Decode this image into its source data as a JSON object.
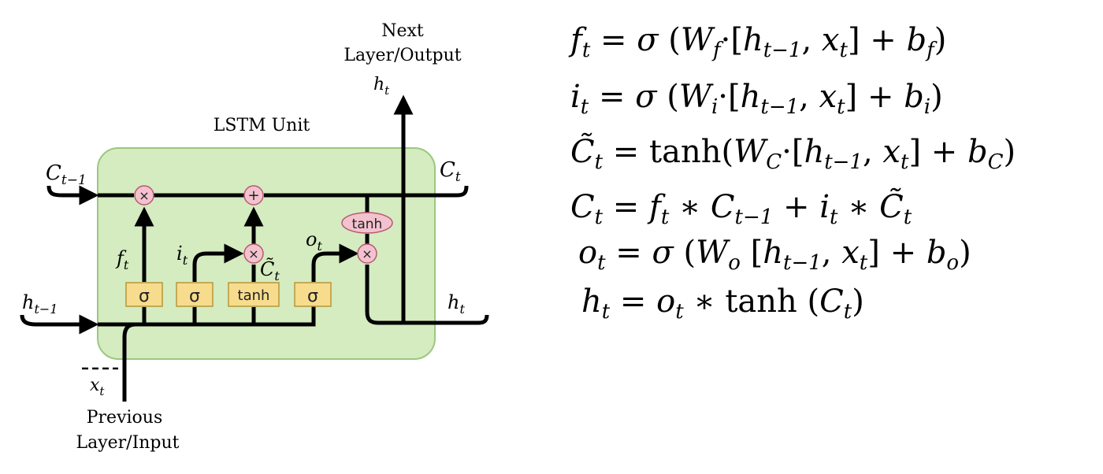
{
  "diagram": {
    "title": "LSTM Unit",
    "top_label_line1": "Next",
    "top_label_line2": "Layer/Output",
    "bottom_label_line1": "Previous",
    "bottom_label_line2": "Layer/Input",
    "colors": {
      "cell_fill": "#d4ecc0",
      "cell_stroke": "#9bc77f",
      "gate_fill": "#f6dc8c",
      "gate_stroke": "#b8963a",
      "op_fill": "#f3c2cf",
      "op_stroke": "#b85a74"
    },
    "io_labels": {
      "c_prev": {
        "base": "C",
        "sub": "t−1"
      },
      "c_out": {
        "base": "C",
        "sub": "t"
      },
      "h_prev": {
        "base": "h",
        "sub": "t−1"
      },
      "h_right": {
        "base": "h",
        "sub": "t"
      },
      "h_top": {
        "base": "h",
        "sub": "t"
      },
      "x_in": {
        "base": "x",
        "sub": "t"
      }
    },
    "signal_labels": {
      "forget": {
        "base": "f",
        "sub": "t"
      },
      "input": {
        "base": "i",
        "sub": "t"
      },
      "candidate": {
        "base": "C̃",
        "sub": "t"
      },
      "output": {
        "base": "o",
        "sub": "t"
      }
    },
    "gates": [
      "σ",
      "σ",
      "tanh",
      "σ"
    ],
    "ops": {
      "forget_mult": "×",
      "add": "+",
      "input_mult": "×",
      "output_mult": "×",
      "cell_tanh": "tanh"
    }
  },
  "equations": {
    "forget": {
      "lhs_base": "f",
      "lhs_sub": "t",
      "func": "σ",
      "w_base": "W",
      "w_sub": "f",
      "h_sub": "t−1",
      "x_sub": "t",
      "b_base": "b",
      "b_sub": "f"
    },
    "input": {
      "lhs_base": "i",
      "lhs_sub": "t",
      "func": "σ",
      "w_base": "W",
      "w_sub": "i",
      "h_sub": "t−1",
      "x_sub": "t",
      "b_base": "b",
      "b_sub": "i"
    },
    "candidate": {
      "lhs_base": "C̃",
      "lhs_sub": "t",
      "func": "tanh",
      "w_base": "W",
      "w_sub": "C",
      "h_sub": "t−1",
      "x_sub": "t",
      "b_base": "b",
      "b_sub": "C"
    },
    "cell": {
      "lhs_base": "C",
      "lhs_sub": "t",
      "f_sub": "t",
      "cprev_sub": "t−1",
      "i_sub": "t",
      "ctilde_base": "C̃",
      "ctilde_sub": "t"
    },
    "output": {
      "lhs_base": "o",
      "lhs_sub": "t",
      "func": "σ",
      "w_base": "W",
      "w_sub": "o",
      "h_sub": "t−1",
      "x_sub": "t",
      "b_base": "b",
      "b_sub": "o"
    },
    "hidden": {
      "lhs_base": "h",
      "lhs_sub": "t",
      "o_sub": "t",
      "func": "tanh",
      "c_base": "C",
      "c_sub": "t"
    }
  }
}
